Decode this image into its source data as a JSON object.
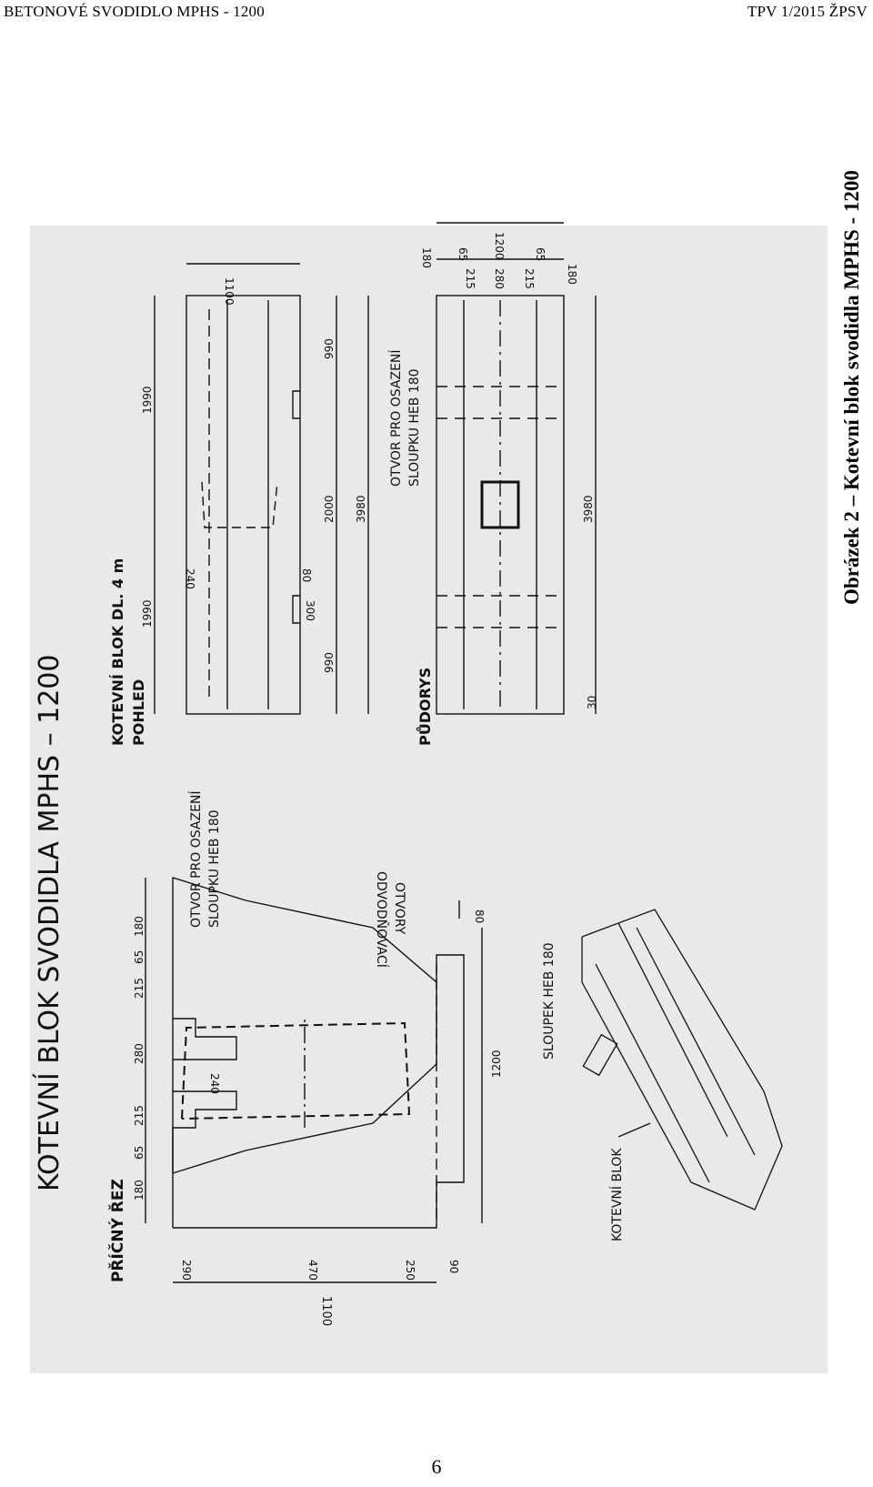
{
  "header": {
    "left": "BETONOVÉ SVODIDLO MPHS - 1200",
    "right": "TPV 1/2015 ŽPSV"
  },
  "drawing": {
    "main_title": "KOTEVNÍ BLOK SVODIDLA   MPHS  –  1200",
    "section_title": "PŘÍČNÝ ŘEZ",
    "view_title": "KOTEVNÍ BLOK DL. 4 m",
    "view_subtitle": "POHLED",
    "plan_title": "PŮDORYS",
    "labels": {
      "opening_1": "OTVOR  PRO  OSAZENÍ",
      "opening_2": "SLOUPKU  HEB  180",
      "drain_1": "ODVODŇOVACÍ",
      "drain_2": "OTVORY",
      "post": "SLOUPEK  HEB  180",
      "block": "KOTEVNÍ  BLOK"
    },
    "section_dims": {
      "top": [
        "180",
        "65",
        "215",
        "280",
        "215",
        "65",
        "180"
      ],
      "height": "1200",
      "base": "80",
      "bottom": [
        "290",
        "470",
        "250",
        "90"
      ],
      "total": "1100",
      "inner": "240"
    },
    "view_dims": {
      "height": "1100",
      "left_len": "1990",
      "right_len": "1990",
      "len_240": "240",
      "len_80": "80",
      "len_300": "300",
      "seg_990_a": "990",
      "seg_2000": "2000",
      "seg_990_b": "990",
      "total": "3980"
    },
    "plan_dims": {
      "width": "1200",
      "row1": [
        "180",
        "65",
        "65",
        "180"
      ],
      "row2": [
        "215",
        "280",
        "215"
      ],
      "total": "3980",
      "edge": "30"
    }
  },
  "caption": "Obrázek 2 – Kotevní blok svodidla MPHS - 1200",
  "page_number": "6"
}
